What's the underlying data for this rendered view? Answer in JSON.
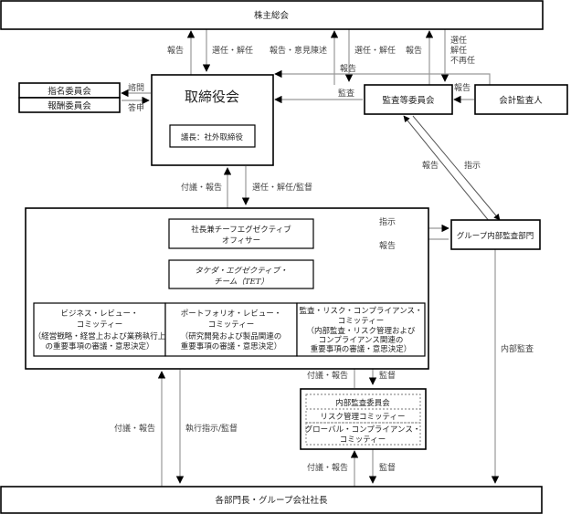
{
  "nodes": {
    "shareholders": "株主総会",
    "board": "取締役会",
    "board_chair": "議長：社外取締役",
    "nomination": "指名委員会",
    "compensation": "報酬委員会",
    "audit_committee": "監査等委員会",
    "accounting_auditor": "会計監査人",
    "ceo_line1": "社長兼チーフエグゼクティブ",
    "ceo_line2": "オフィサー",
    "tet_line1": "タケダ・エグゼクティブ・",
    "tet_line2": "チーム（TET）",
    "brc_line1": "ビジネス・レビュー・",
    "brc_line2": "コミッティー",
    "brc_desc1": "（経営戦略・経営上および業務執行上",
    "brc_desc2": "の重要事項の審議・意思決定）",
    "prc_line1": "ポートフォリオ・レビュー・",
    "prc_line2": "コミッティー",
    "prc_desc1": "（研究開発および製品関連の",
    "prc_desc2": "重要事項の審議・意思決定）",
    "rcc_line1": "監査・リスク・コンプライアンス・",
    "rcc_line2": "コミッティー",
    "rcc_desc1": "（内部監査・リスク管理および",
    "rcc_desc2": "コンプライアンス関連の",
    "rcc_desc3": "重要事項の審議・意思決定）",
    "internal_audit_committee": "内部監査委員会",
    "risk_committee": "リスク管理コミッティー",
    "global_compliance_line1": "グローバル・コンプライアンス・",
    "global_compliance_line2": "コミッティー",
    "group_internal_audit": "グループ内部監査部門",
    "division_heads": "各部門長・グループ会社社長"
  },
  "edges": {
    "board_to_shareholders": "報告",
    "shareholders_to_board": "選任・解任",
    "audit_to_shareholders": "報告・意見陳述",
    "shareholders_to_audit": "選任・解任",
    "auditor_to_shareholders": "報告",
    "shareholders_to_auditor_1": "選任",
    "shareholders_to_auditor_2": "解任",
    "shareholders_to_auditor_3": "不再任",
    "auditor_to_board": "報告",
    "audit_to_board": "監査",
    "auditor_to_audit": "報告",
    "board_to_nomination": "諮問",
    "nomination_to_board": "答申",
    "internal_audit_to_audit": "報告",
    "audit_to_internal_audit": "指示",
    "exec_to_board": "付議・報告",
    "board_to_exec": "選任・解任/監督",
    "ceo_to_internal_audit": "指示",
    "internal_audit_to_ceo": "報告",
    "rcc_sub_to_rcc": "付議・報告",
    "rcc_to_rcc_sub": "監督",
    "divisions_to_exec": "付議・報告",
    "exec_to_divisions": "執行指示/監督",
    "divisions_to_rcc_sub": "付議・報告",
    "rcc_sub_to_divisions": "監督",
    "internal_audit_to_divisions": "内部監査"
  }
}
